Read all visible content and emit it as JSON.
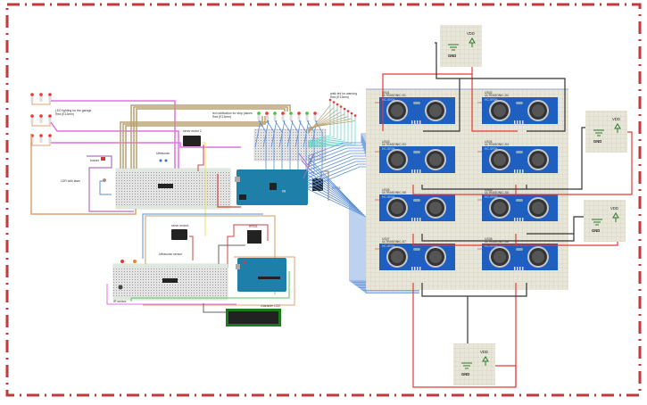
{
  "diagram": {
    "title": "Smart parking system circuit",
    "colors": {
      "frame": "#c0393b",
      "power_wire": "#e53935",
      "ground_wire": "#333333",
      "signal_wire": "#5b8fd6",
      "sensor_body": "#1f5fbf",
      "grid_bg": "#e8e6d8"
    },
    "labels": {
      "garage_leds": "LED lighting for the garage",
      "garage_leds_sub": "Red (E13mm)",
      "ldr": "LDR with laser",
      "buzzer": "buzzer",
      "servo2": "servo motor 2",
      "ultrasonic": "Ultrasonic",
      "led_stop": "led notification for stop places",
      "led_stop_sub": "Red (E13mm)",
      "warning_leds": "walk led for warning",
      "warning_leds_sub": "Red (E13mm)",
      "rfid_top": "RFID1",
      "servo1": "servo motor1",
      "ultrasonic2": "Ultrasonic sensor",
      "rfid_bottom": "RFID1",
      "lcd": "character LCD",
      "ir_sensor": "IR sensor"
    },
    "sensors": [
      {
        "id": "US01",
        "model": "ULTRASONIC-S1"
      },
      {
        "id": "US02",
        "model": "ULTRASONIC-S2"
      },
      {
        "id": "US03",
        "model": "ULTRASONIC-S3"
      },
      {
        "id": "US04",
        "model": "ULTRASONIC-S4"
      },
      {
        "id": "US05",
        "model": "ULTRASONIC-S5"
      },
      {
        "id": "US06",
        "model": "ULTRASONIC-S6"
      },
      {
        "id": "US07",
        "model": "ULTRASONIC-S7"
      },
      {
        "id": "US08",
        "model": "ULTRASONIC-S8"
      }
    ],
    "sensor_face_label": "HC-SR04",
    "power_blocks": [
      {
        "vdd": "VDD",
        "gnd": "GND"
      },
      {
        "vdd": "VDD",
        "gnd": "GND"
      },
      {
        "vdd": "VDD",
        "gnd": "GND"
      },
      {
        "vdd": "VDD",
        "gnd": "GND"
      }
    ],
    "arduino_logo": "∞"
  }
}
